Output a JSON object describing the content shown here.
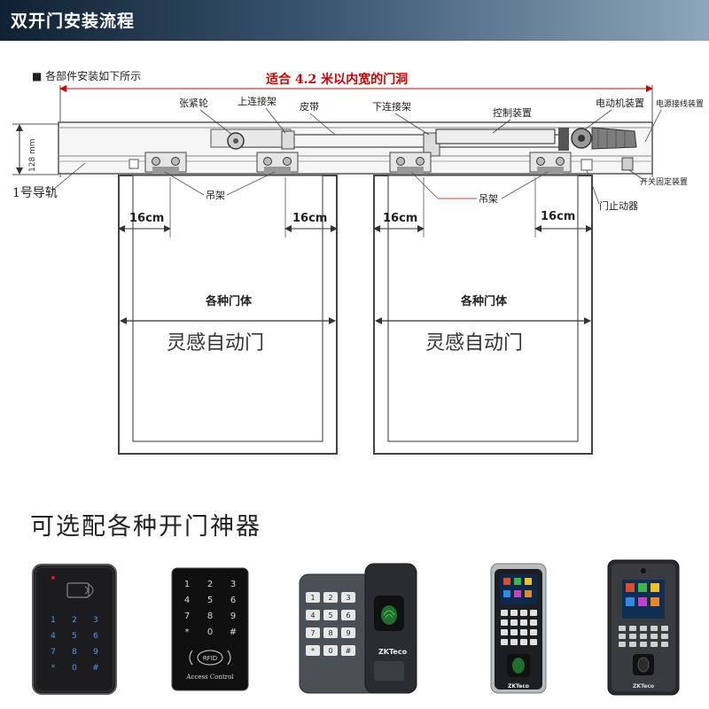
{
  "header": {
    "title": "双开门安装流程"
  },
  "diagram": {
    "intro": "■ 各部件安装如下所示",
    "span_note": "适合 4.2 米以内宽的门洞",
    "labels": {
      "tension_wheel": "张紧轮",
      "upper_bracket": "上连接架",
      "belt": "皮带",
      "lower_bracket": "下连接架",
      "controller": "控制装置",
      "motor": "电动机装置",
      "power_wiring": "电源接线装置",
      "switch_mount": "开关固定装置",
      "door_stop": "门止动器",
      "rail": "1号导轨",
      "rail_height": "128 mm",
      "hanger_left": "吊架",
      "hanger_right": "吊架",
      "offset_1": "16cm",
      "offset_2": "16cm",
      "offset_3": "16cm",
      "offset_4": "16cm",
      "door_body_left": "各种门体",
      "door_body_right": "各种门体",
      "brand_left": "灵感自动门",
      "brand_right": "灵感自动门"
    }
  },
  "accessories": {
    "title": "可选配各种开门神器",
    "keypad_keys": [
      "1",
      "2",
      "3",
      "4",
      "5",
      "6",
      "7",
      "8",
      "9",
      "*",
      "0",
      "#"
    ],
    "card_label": "RFID",
    "card_caption": "Access Control",
    "brand": "ZKTeco"
  },
  "colors": {
    "line": "#444444",
    "red_note": "#d40000",
    "blue_key": "#3aa0ff",
    "device_dark": "#1c1c1e"
  }
}
